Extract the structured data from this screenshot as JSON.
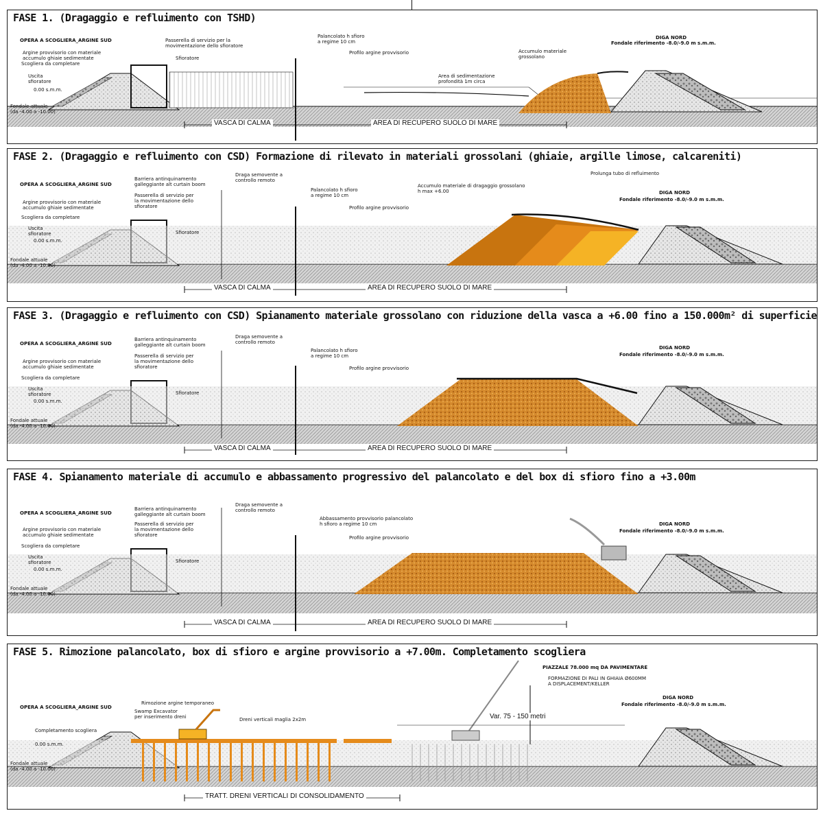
{
  "panels": [
    {
      "title": "FASE 1. (Dragaggio e refluimento con TSHD)",
      "labels": {
        "opera_sud": "OPERA A SCOGLIERA_ARGINE SUD",
        "argine": "Argine provvisorio con materiale\naccumulo ghiaie sedimentate",
        "scogliera": "Scogliera da completare",
        "uscita": "Uscita\nsfioratore",
        "quota_mare": "0.00 s.m.m.",
        "fondale": "Fondale attuale\n(da -4.00 a -10.00)",
        "passerella": "Passerella di servizio per la\nmovimentazione dello sfioratore",
        "sfioratore": "Sfioratore",
        "palancolato": "Palancolato h sfioro\na regime 10 cm",
        "profilo": "Profilo argine provvisorio",
        "area_sed": "Area di sedimentazione\nprofondità 1m circa",
        "accumulo": "Accumulo materiale\ngrossolano",
        "diga": "DIGA NORD",
        "diga_sub": "Fondale riferimento -8.0/-9.0 m s.m.m.",
        "vasca": "VASCA DI CALMA",
        "area": "AREA DI RECUPERO SUOLO DI MARE"
      }
    },
    {
      "title": "FASE 2. (Dragaggio e refluimento con CSD) Formazione di rilevato in materiali grossolani (ghiaie, argille limose, calcareniti)",
      "labels": {
        "opera_sud": "OPERA A SCOGLIERA_ARGINE SUD",
        "barriera": "Barriera antinquinamento\ngalleggiante alt curtain boom",
        "argine": "Argine provvisorio con materiale\naccumulo ghiaie sedimentate",
        "passerella": "Passerella di servizio per\nla movimentazione dello\nsfioratore",
        "scogliera": "Scogliera da completare",
        "uscita": "Uscita\nsfioratore",
        "quota_mare": "0.00 s.m.m.",
        "fondale": "Fondale attuale\n(da -4.00 a -10.00)",
        "sfioratore": "Sfioratore",
        "draga": "Draga semovente a\ncontrollo remoto",
        "palancolato": "Palancolato h sfioro\na regime 10 cm",
        "profilo": "Profilo argine provvisorio",
        "accumulo": "Accumulo materiale di dragaggio grossolano\nh max +6.00",
        "prolunga": "Prolunga tubo di refluimento",
        "diga": "DIGA NORD",
        "diga_sub": "Fondale riferimento -8.0/-9.0 m s.m.m.",
        "vasca": "VASCA DI CALMA",
        "area": "AREA DI RECUPERO SUOLO DI MARE"
      }
    },
    {
      "title": "FASE 3. (Dragaggio e refluimento con CSD) Spianamento materiale grossolano con riduzione della vasca a +6.00 fino a 150.000m² di superficie",
      "labels": {
        "opera_sud": "OPERA A SCOGLIERA_ARGINE SUD",
        "barriera": "Barriera antinquinamento\ngalleggiante alt curtain boom",
        "argine": "Argine provvisorio con materiale\naccumulo ghiaie sedimentate",
        "passerella": "Passerella di servizio per\nla movimentazione dello\nsfioratore",
        "scogliera": "Scogliera da completare",
        "uscita": "Uscita\nsfioratore",
        "quota_mare": "0.00 s.m.m.",
        "fondale": "Fondale attuale\n(da -4.00 a -10.00)",
        "sfioratore": "Sfioratore",
        "draga": "Draga semovente a\ncontrollo remoto",
        "palancolato": "Palancolato h sfioro\na regime 10 cm",
        "profilo": "Profilo argine provvisorio",
        "diga": "DIGA NORD",
        "diga_sub": "Fondale riferimento -8.0/-9.0 m s.m.m.",
        "vasca": "VASCA DI CALMA",
        "area": "AREA DI RECUPERO SUOLO DI MARE"
      }
    },
    {
      "title": "FASE 4. Spianamento materiale di accumulo e abbassamento progressivo del palancolato e del box di sfioro fino a +3.00m",
      "labels": {
        "opera_sud": "OPERA A SCOGLIERA_ARGINE SUD",
        "barriera": "Barriera antinquinamento\ngalleggiante alt curtain boom",
        "argine": "Argine provvisorio con materiale\naccumulo ghiaie sedimentate",
        "passerella": "Passerella di servizio per\nla movimentazione dello\nsfioratore",
        "scogliera": "Scogliera da completare",
        "uscita": "Uscita\nsfioratore",
        "quota_mare": "0.00 s.m.m.",
        "fondale": "Fondale attuale\n(da -4.00 a -10.00)",
        "sfioratore": "Sfioratore",
        "draga": "Draga semovente a\ncontrollo remoto",
        "palancolato": "Abbassamento provvisorio palancolato\nh sfioro a regime 10 cm",
        "profilo": "Profilo argine provvisorio",
        "diga": "DIGA NORD",
        "diga_sub": "Fondale riferimento -8.0/-9.0 m s.m.m.",
        "vasca": "VASCA DI CALMA",
        "area": "AREA DI RECUPERO SUOLO DI MARE"
      }
    },
    {
      "title": "FASE 5. Rimozione palancolato, box di sfioro e argine provvisorio a +7.00m. Completamento scogliera",
      "labels": {
        "opera_sud": "OPERA A SCOGLIERA_ARGINE SUD",
        "rimozione": "Rimozione argine temporaneo",
        "swamp": "Swamp Excavator\nper inserimento dreni",
        "dreni": "Dreni verticali maglia 2x2m",
        "completamento": "Completamento scogliera",
        "quota_mare": "0.00 s.m.m.",
        "fondale": "Fondale attuale\n(da -4.00 a -10.00)",
        "piazzale": "PIAZZALE 78.000 mq DA PAVIMENTARE",
        "pali": "FORMAZIONE DI PALI IN GHIAIA Ø600MM\nA DISPLACEMENT/KELLER",
        "var": "Var. 75 - 150 metri",
        "diga": "DIGA NORD",
        "diga_sub": "Fondale riferimento -8.0/-9.0 m s.m.m.",
        "tratt": "TRATT. DRENI VERTICALI DI CONSOLIDAMENTO"
      }
    }
  ],
  "colors": {
    "line": "#1a1a1a",
    "soil": "#dcdcdc",
    "orange_dark": "#c8740f",
    "orange": "#e58b1b",
    "orange_light": "#f5b325",
    "seabed": "#cfcfcf"
  }
}
